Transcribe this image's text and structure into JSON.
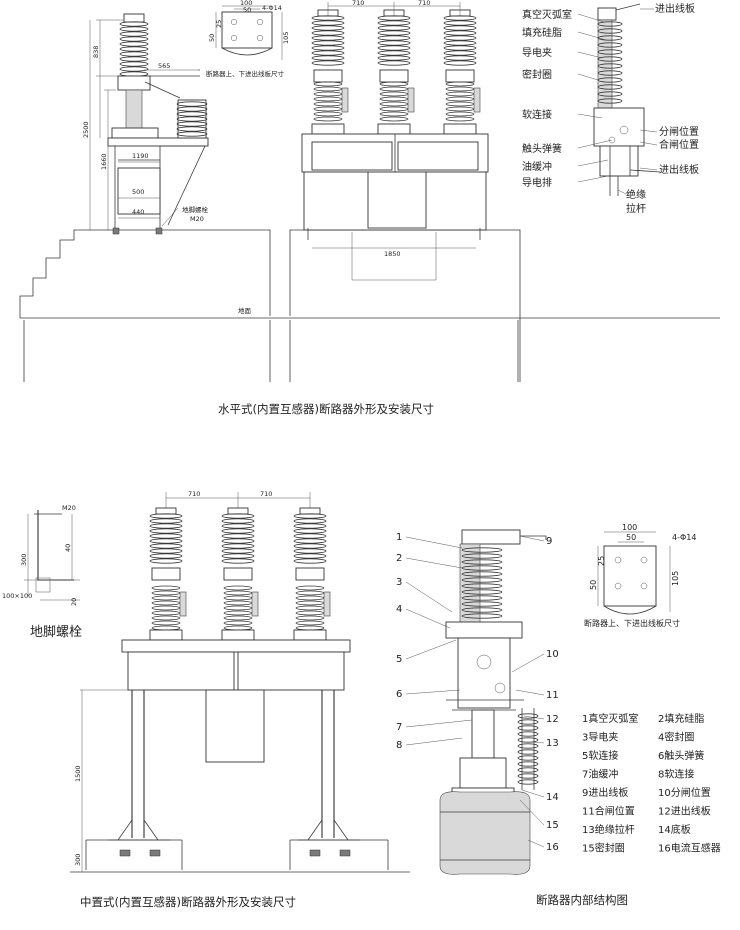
{
  "captions": {
    "horizontal": "水平式(内置互感器)断路器外形及安装尺寸",
    "middle": "中置式(内置互感器)断路器外形及安装尺寸",
    "internal": "断路器内部结构图",
    "anchor_bolt": "地脚螺栓",
    "terminal_plate_top": "断路器上、下进出线板尺寸",
    "terminal_plate_bottom": "断路器上、下进出线板尺寸"
  },
  "dimensions_top": {
    "d838": "838",
    "d2500": "2500",
    "d1660": "1660",
    "d565": "565",
    "d1190": "1190",
    "d500": "500",
    "d440": "440",
    "bolt": "地脚螺栓",
    "bolt_size": "M20",
    "ground": "地面",
    "d710a": "710",
    "d710b": "710",
    "d1850": "1850"
  },
  "plate_top": {
    "w100": "100",
    "w50": "50",
    "h50": "50",
    "h25": "25",
    "h105": "105",
    "holes": "4-Φ14"
  },
  "plate_bottom": {
    "w100": "100",
    "w50": "50",
    "h50": "50",
    "h25": "25",
    "h105": "105",
    "holes": "4-Φ14"
  },
  "top_right_labels": [
    "真空灭弧室",
    "填充硅脂",
    "导电夹",
    "密封圈",
    "软连接",
    "触头弹簧",
    "油缓冲",
    "导电排",
    "绝缘",
    "拉杆"
  ],
  "top_right_right_labels": [
    "进出线板",
    "分闸位置",
    "合闸位置",
    "进出线板"
  ],
  "anchor": {
    "m20": "M20",
    "d300": "300",
    "d40": "40",
    "d20": "20",
    "base": "100×100"
  },
  "dimensions_middle": {
    "d710a": "710",
    "d710b": "710",
    "d1500": "1500",
    "d300": "300"
  },
  "internal_numbers": [
    "1",
    "2",
    "3",
    "4",
    "5",
    "6",
    "7",
    "8",
    "9",
    "10",
    "11",
    "12",
    "13",
    "14",
    "15",
    "16"
  ],
  "legend": [
    [
      "1真空灭弧室",
      "2填充硅脂"
    ],
    [
      "3导电夹",
      "4密封圈"
    ],
    [
      "5软连接",
      "6触头弹簧"
    ],
    [
      "7油缓冲",
      "8软连接"
    ],
    [
      "9进出线板",
      "10分闸位置"
    ],
    [
      "11合闸位置",
      "12进出线板"
    ],
    [
      "13绝缘拉杆",
      "14底板"
    ],
    [
      "15密封圈",
      "16电流互感器"
    ]
  ]
}
